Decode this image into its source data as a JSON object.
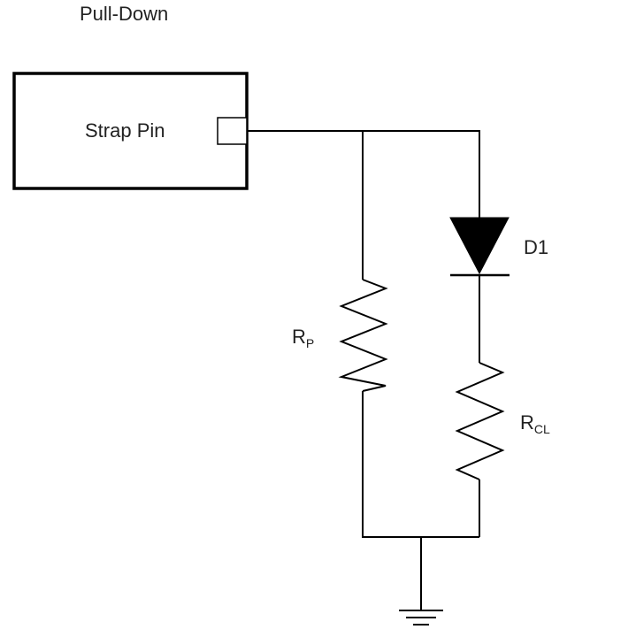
{
  "title": "Pull-Down",
  "block": {
    "label": "Strap Pin"
  },
  "components": {
    "rp": {
      "main": "R",
      "sub": "P"
    },
    "d1": {
      "label": "D1"
    },
    "rcl": {
      "main": "R",
      "sub": "CL"
    }
  }
}
